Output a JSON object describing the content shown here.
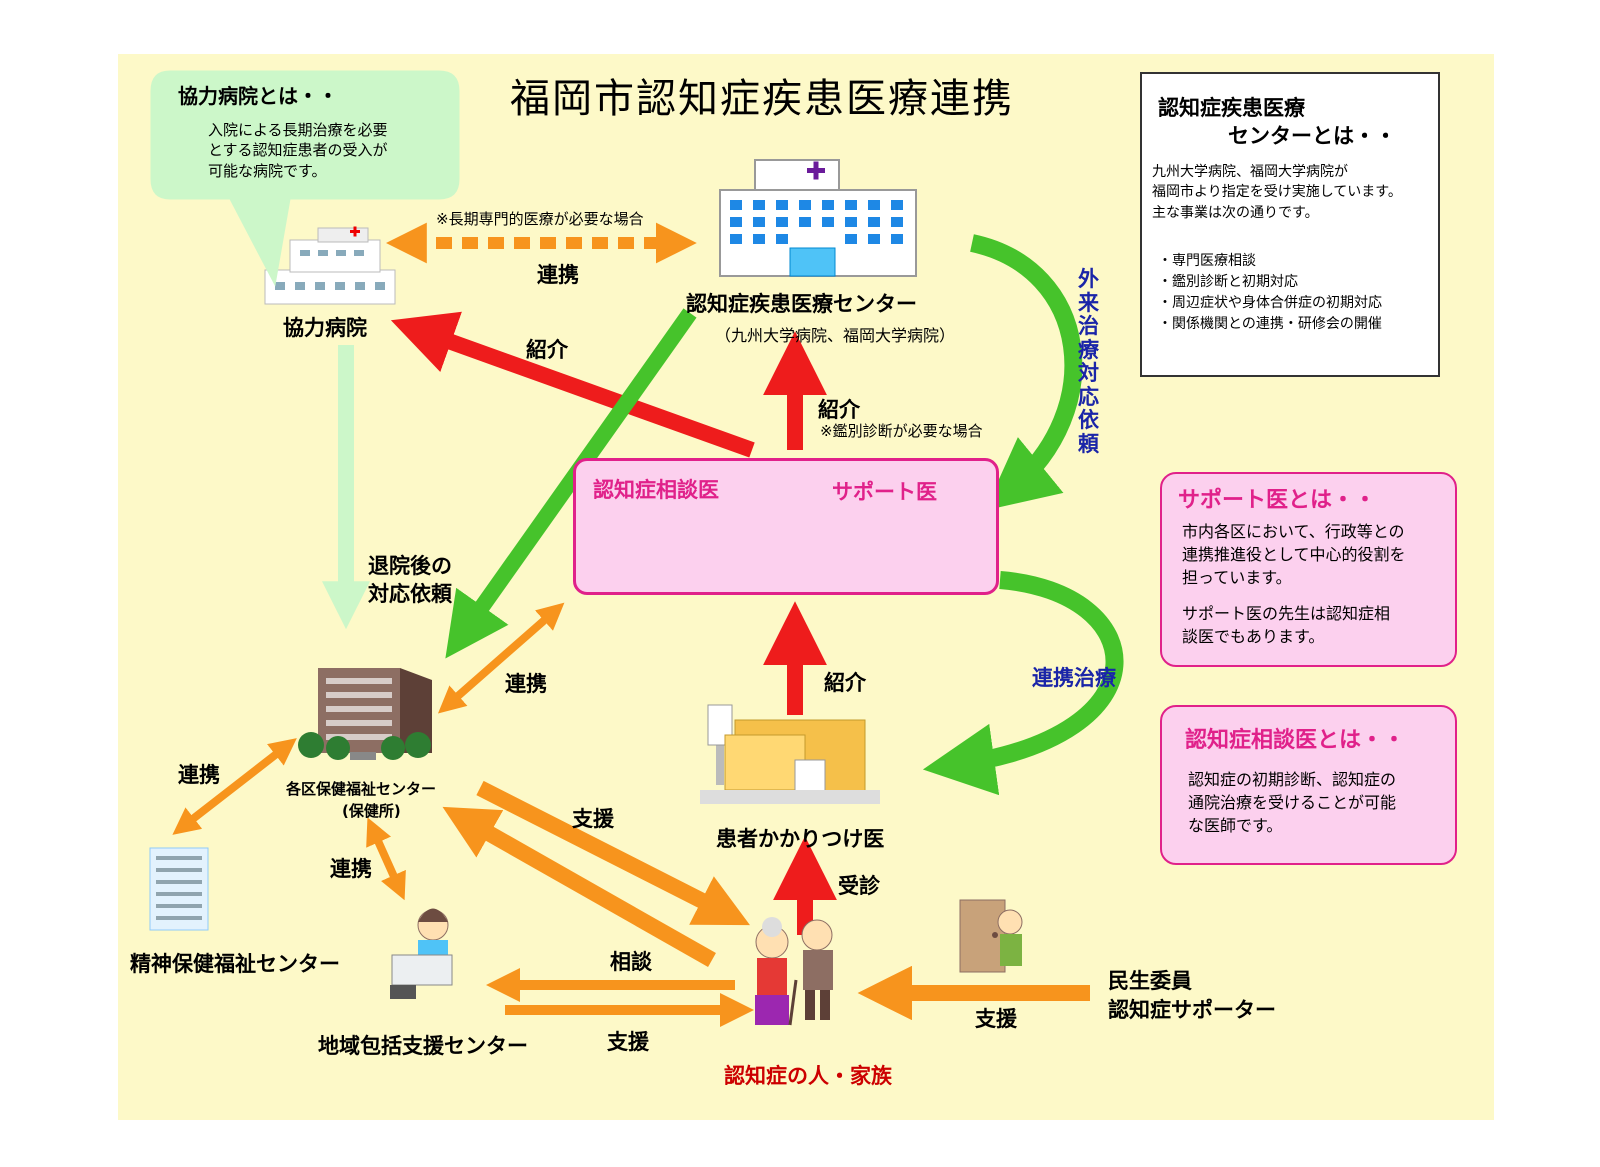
{
  "title": "福岡市認知症疾患医療連携",
  "callouts": {
    "kyoryoku": {
      "heading": "協力病院とは・・",
      "body": "入院による長期治療を必要\nとする認知症患者の受入が\n可能な病院です。"
    },
    "center": {
      "heading1": "認知症疾患医療",
      "heading2": "センターとは・・",
      "body": "九州大学病院、福岡大学病院が\n福岡市より指定を受け実施しています。\n主な事業は次の通りです。",
      "items": [
        "・専門医療相談",
        "・鑑別診断と初期対応",
        "・周辺症状や身体合併症の初期対応",
        "・関係機関との連携・研修会の開催"
      ]
    },
    "support": {
      "heading": "サポート医とは・・",
      "body1": "市内各区において、行政等との\n連携推進役として中心的役割を\n担っています。",
      "body2": "サポート医の先生は認知症相\n談医でもあります。"
    },
    "soudan": {
      "heading": "認知症相談医とは・・",
      "body": "認知症の初期診断、認知症の\n通院治療を受けることが可能\nな医師です。"
    }
  },
  "nodes": {
    "kyoryoku": "協力病院",
    "center": "認知症疾患医療センター",
    "center_sub": "（九州大学病院、福岡大学病院）",
    "soudan_doctor": "認知症相談医",
    "support_doctor": "サポート医",
    "hokenfukushi": "各区保健福祉センター",
    "hokenfukushi_sub": "(保健所)",
    "seishin": "精神保健福祉センター",
    "chiiki": "地域包括支援センター",
    "kakaritsuke": "患者かかりつけ医",
    "patient": "認知症の人・家族",
    "minsei1": "民生委員",
    "minsei2": "認知症サポーター"
  },
  "edges": {
    "renkei_top": "連携",
    "renkei_top_note": "※長期専門的医療が必要な場合",
    "shokai_left": "紹介",
    "shokai_center": "紹介",
    "shokai_center_note": "※鑑別診断が必要な場合",
    "gairai": "外来治療対応依頼",
    "taiin": "退院後の\n対応依頼",
    "renkei_mid": "連携",
    "renkei_left": "連携",
    "renkei_lower": "連携",
    "shokai_lower": "紹介",
    "renkei_chiryo": "連携治療",
    "shien_diag": "支援",
    "soudan_edge": "相談",
    "shien_bottom": "支援",
    "jushin": "受診",
    "shien_right": "支援"
  },
  "colors": {
    "background": "#fdf9c8",
    "red": "#ee1c1c",
    "green": "#46c32b",
    "orange": "#f7941d",
    "lightgreen": "#ccf7c9",
    "pink": "#fcd0ee",
    "magenta": "#e0218a",
    "blue": "#1a25a8",
    "darkred": "#cc0000"
  }
}
